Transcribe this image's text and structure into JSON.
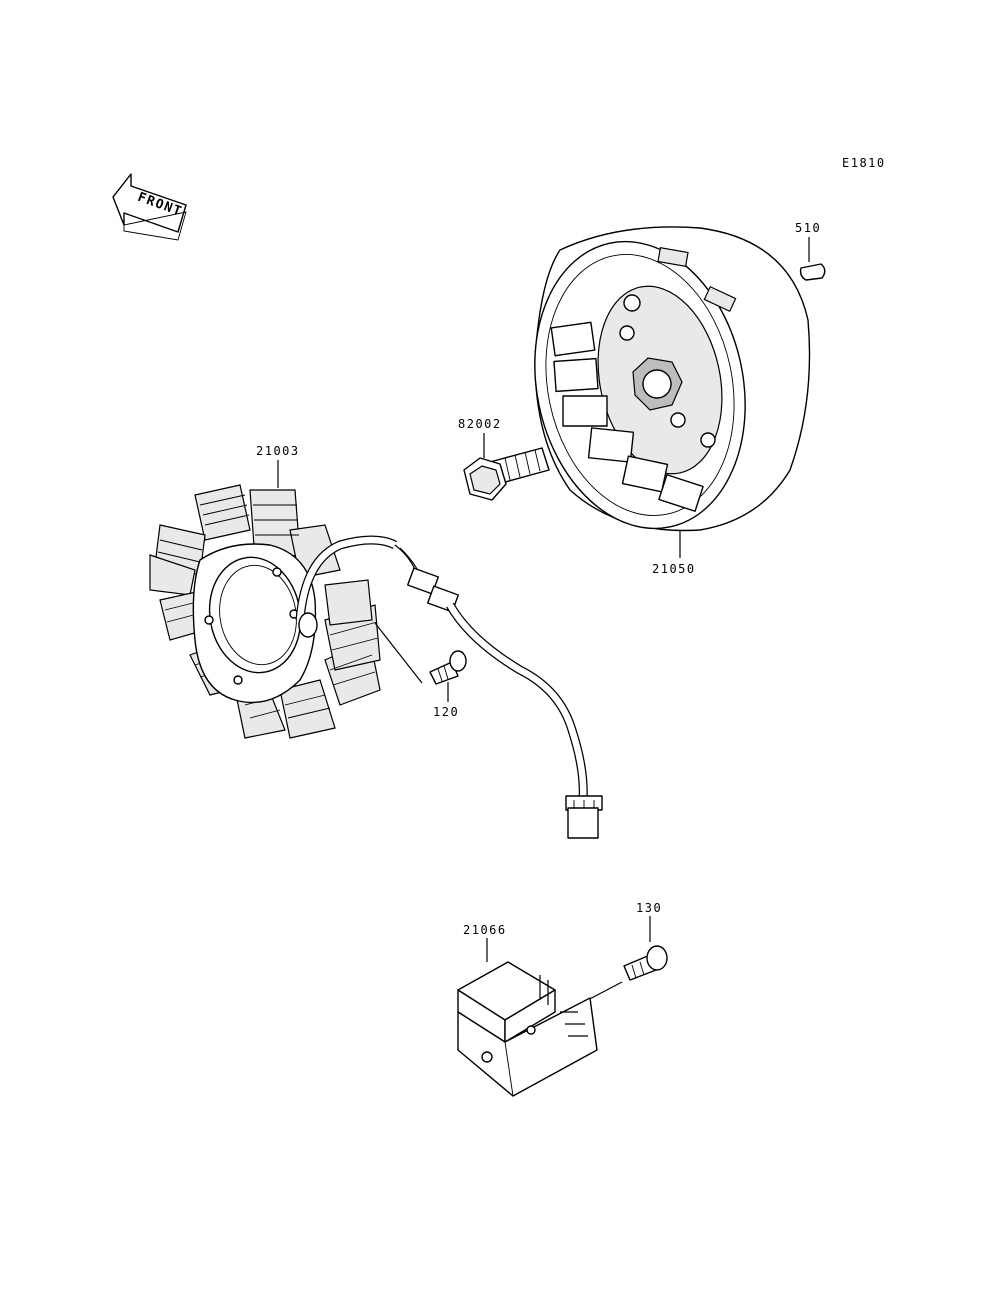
{
  "diagram_code": "E1810",
  "front_label": "FRONT",
  "callouts": {
    "key": "510",
    "bolt_flywheel": "82002",
    "stator": "21003",
    "flywheel": "21050",
    "screw_stator": "120",
    "screw_regulator": "130",
    "regulator": "21066"
  }
}
